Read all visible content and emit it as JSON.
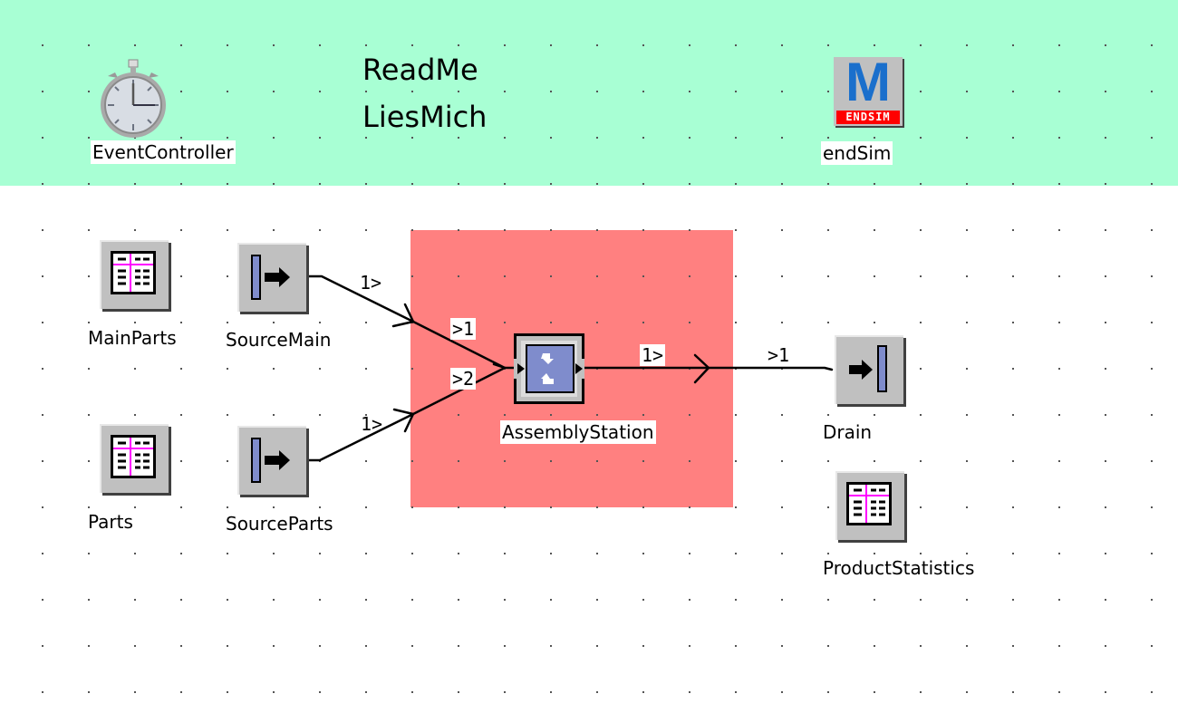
{
  "colors": {
    "header_band": "#a8ffd4",
    "group_frame": "#ff8080",
    "object_gray": "#c0c0c0",
    "accent_blue": "#7f8ccc",
    "table_pink": "#ff00ff",
    "endsim_blue": "#1a6fcc",
    "endsim_red": "#ff0000"
  },
  "header": {
    "event_controller": {
      "label": "EventController",
      "icon": "stopwatch-icon"
    },
    "readme": {
      "line1": "ReadMe",
      "line2": "LiesMich"
    },
    "endsim": {
      "label": "endSim",
      "icon_letter": "M",
      "icon_banner": "ENDSIM"
    }
  },
  "objects": {
    "main_parts": {
      "label": "MainParts",
      "icon": "table-icon"
    },
    "parts": {
      "label": "Parts",
      "icon": "table-icon"
    },
    "source_main": {
      "label": "SourceMain",
      "icon": "source-icon"
    },
    "source_parts": {
      "label": "SourceParts",
      "icon": "source-icon"
    },
    "assembly_station": {
      "label": "AssemblyStation",
      "icon": "assembly-station-icon"
    },
    "drain": {
      "label": "Drain",
      "icon": "drain-icon"
    },
    "product_statistics": {
      "label": "ProductStatistics",
      "icon": "table-icon"
    }
  },
  "connectors": [
    {
      "from": "SourceMain",
      "to": "AssemblyStation",
      "out_label": "1>",
      "in_label": ">1"
    },
    {
      "from": "SourceParts",
      "to": "AssemblyStation",
      "out_label": "1>",
      "in_label": ">2"
    },
    {
      "from": "AssemblyStation",
      "to": "Drain",
      "out_label": "1>",
      "in_label": ">1"
    }
  ]
}
